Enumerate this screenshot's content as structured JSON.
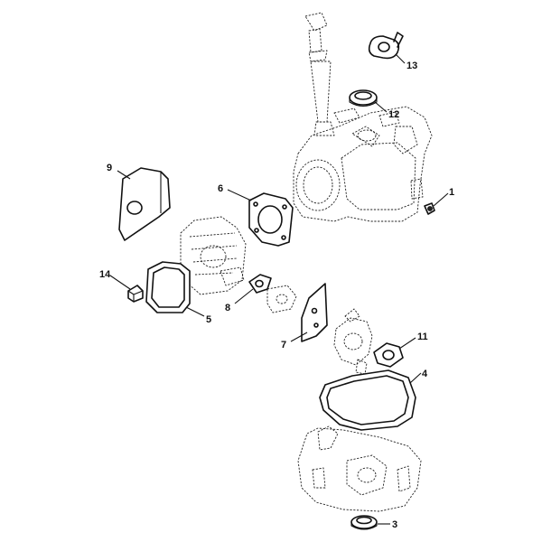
{
  "callouts": {
    "c1": "1",
    "c3": "3",
    "c4": "4",
    "c5": "5",
    "c6": "6",
    "c7": "7",
    "c8": "8",
    "c9": "9",
    "c11": "11",
    "c12": "12",
    "c13": "13",
    "c14": "14"
  },
  "colors": {
    "line": "#111111",
    "background": "#ffffff"
  }
}
